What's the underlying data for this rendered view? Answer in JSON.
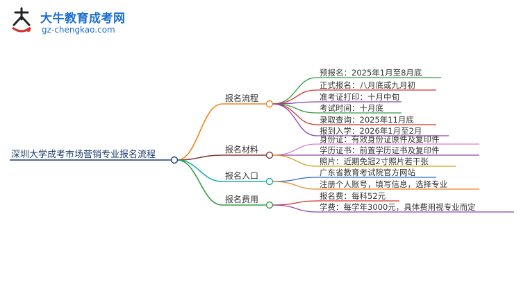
{
  "logo": {
    "brand": "大牛教育成考网",
    "url": "gz-chengkao.com",
    "mark_text": "大牛"
  },
  "root": {
    "label": "深圳大学成考市场营销专业报名流程"
  },
  "branches": [
    {
      "label": "报名流程",
      "color": "#f0821e",
      "children": [
        {
          "text": "预报名：2025年1月至8月底",
          "color": "#2e9e3e"
        },
        {
          "text": "正式报名：八月底或九月初",
          "color": "#d9302c"
        },
        {
          "text": "准考证打印：十月中旬",
          "color": "#8e44ad"
        },
        {
          "text": "考试时间：十月底",
          "color": "#2e9e3e"
        },
        {
          "text": "录取查询：2025年11月底",
          "color": "#c0392b"
        },
        {
          "text": "报到入学：2026年1月至2月",
          "color": "#8e44ad"
        }
      ]
    },
    {
      "label": "报名材料",
      "color": "#8b3a3a",
      "children": [
        {
          "text": "身份证：有效身份证原件及复印件",
          "color": "#e27bd6"
        },
        {
          "text": "学历证书：前置学历证书及复印件",
          "color": "#8e44ad"
        },
        {
          "text": "照片：近期免冠2寸照片若干张",
          "color": "#d4a017"
        }
      ]
    },
    {
      "label": "报名入口",
      "color": "#1aaeae",
      "children": [
        {
          "text": "广东省教育考试院官方网站",
          "color": "#2a6fdb"
        },
        {
          "text": "注册个人账号，填写信息，选择专业",
          "color": "#f0821e"
        }
      ]
    },
    {
      "label": "报名费用",
      "color": "#2e9e3e",
      "children": [
        {
          "text": "报名费：每科52元",
          "color": "#d9302c"
        },
        {
          "text": "学费：每学年3000元，具体费用视专业而定",
          "color": "#8e44ad"
        }
      ]
    }
  ]
}
